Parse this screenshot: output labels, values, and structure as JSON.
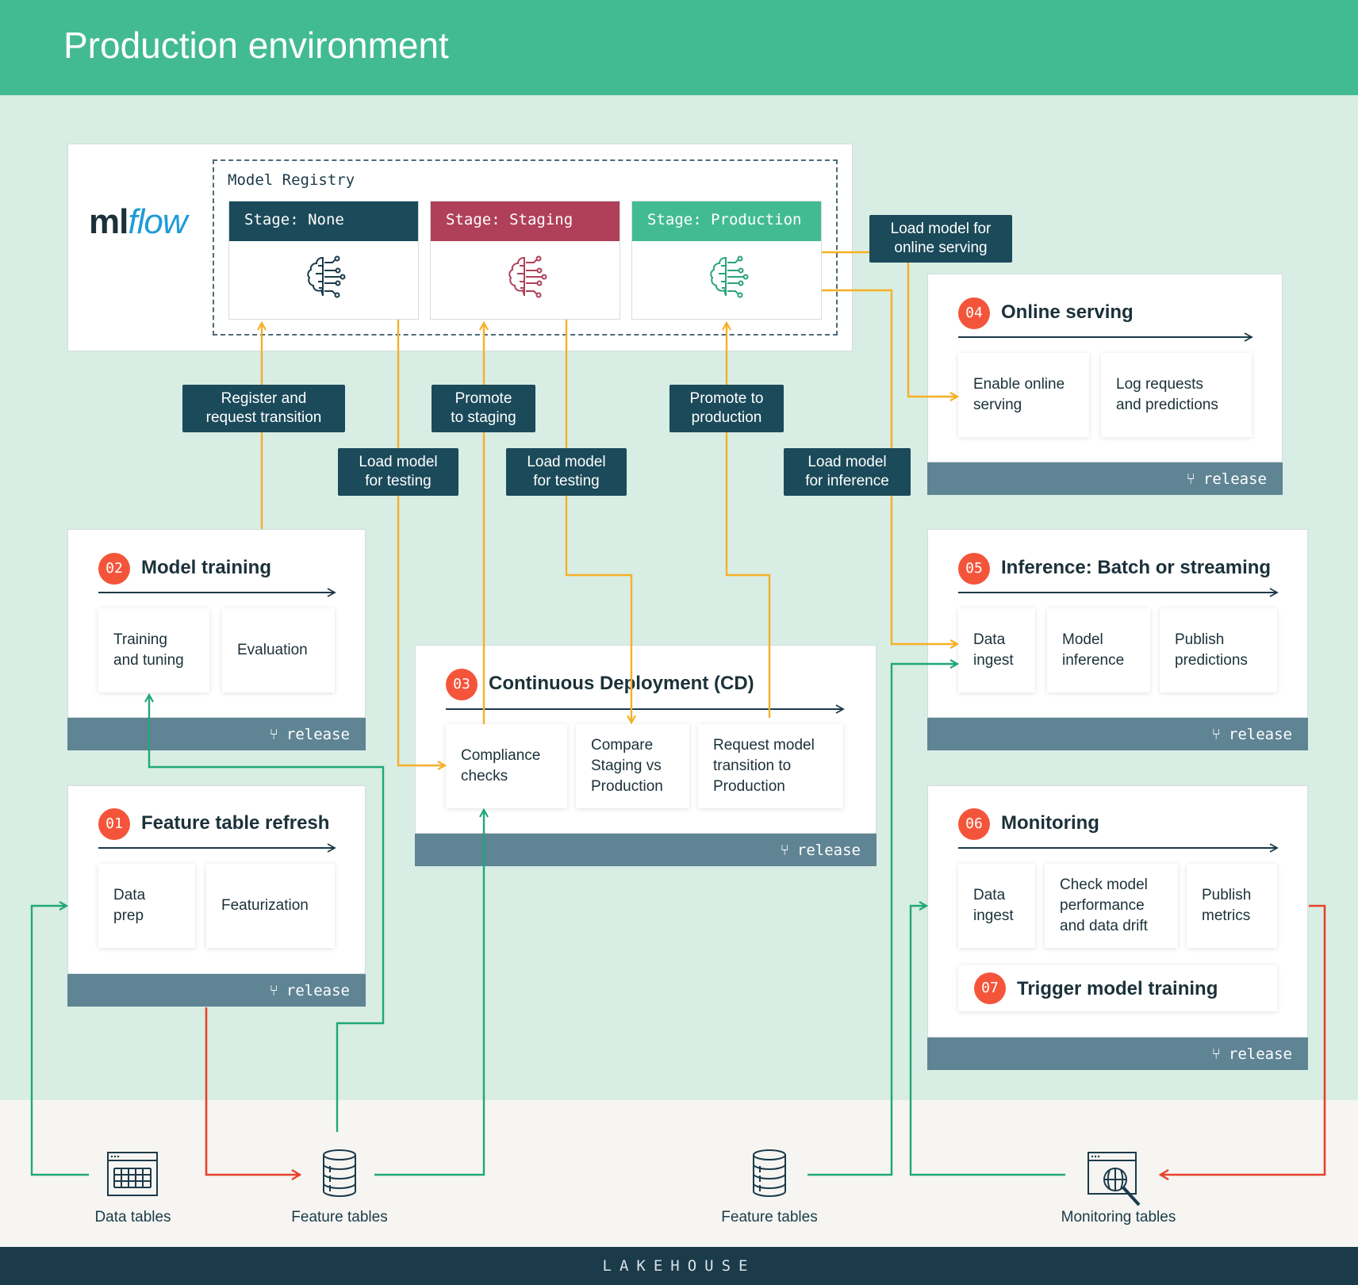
{
  "header": {
    "title": "Production environment"
  },
  "footer": {
    "label": "LAKEHOUSE"
  },
  "mlflow": {
    "logo_ml": "ml",
    "logo_flow": "flow",
    "registry_label": "Model Registry",
    "stages": [
      {
        "label": "Stage: None",
        "color": "#1b4a5a",
        "icon": "brain-icon"
      },
      {
        "label": "Stage: Staging",
        "color": "#b0405a",
        "icon": "brain-icon"
      },
      {
        "label": "Stage: Production",
        "color": "#43bb92",
        "icon": "brain-icon"
      }
    ]
  },
  "labels": {
    "register": [
      "Register and",
      "request transition"
    ],
    "promote_staging": [
      "Promote",
      "to staging"
    ],
    "promote_production": [
      "Promote to",
      "production"
    ],
    "load_testing_1": [
      "Load model",
      "for testing"
    ],
    "load_testing_2": [
      "Load model",
      "for testing"
    ],
    "load_inference": [
      "Load model",
      "for inference"
    ],
    "load_online": [
      "Load model for",
      "online serving"
    ]
  },
  "release_label": "release",
  "cards": {
    "training": {
      "badge": "02",
      "title": "Model training",
      "steps": [
        [
          "Training",
          "and tuning"
        ],
        [
          "Evaluation"
        ]
      ]
    },
    "feature": {
      "badge": "01",
      "title": "Feature table refresh",
      "steps": [
        [
          "Data",
          "prep"
        ],
        [
          "Featurization"
        ]
      ]
    },
    "cd": {
      "badge": "03",
      "title": "Continuous Deployment (CD)",
      "steps": [
        [
          "Compliance",
          "checks"
        ],
        [
          "Compare",
          "Staging vs",
          "Production"
        ],
        [
          "Request model",
          "transition to",
          "Production"
        ]
      ]
    },
    "online": {
      "badge": "04",
      "title": "Online serving",
      "steps": [
        [
          "Enable online",
          "serving"
        ],
        [
          "Log requests",
          "and predictions"
        ]
      ]
    },
    "inference": {
      "badge": "05",
      "title": "Inference: Batch or streaming",
      "steps": [
        [
          "Data",
          "ingest"
        ],
        [
          "Model",
          "inference"
        ],
        [
          "Publish",
          "predictions"
        ]
      ]
    },
    "monitoring": {
      "badge": "06",
      "title": "Monitoring",
      "steps": [
        [
          "Data",
          "ingest"
        ],
        [
          "Check model",
          "performance",
          "and data drift"
        ],
        [
          "Publish",
          "metrics"
        ]
      ]
    },
    "trigger": {
      "badge": "07",
      "title": "Trigger model training"
    }
  },
  "tables": {
    "data_tables": "Data tables",
    "feature_tables_1": "Feature tables",
    "feature_tables_2": "Feature tables",
    "monitoring_tables": "Monitoring tables"
  },
  "colors": {
    "green_arrow": "#1fa878",
    "orange_arrow": "#f5b027",
    "red_arrow": "#e8412c"
  }
}
